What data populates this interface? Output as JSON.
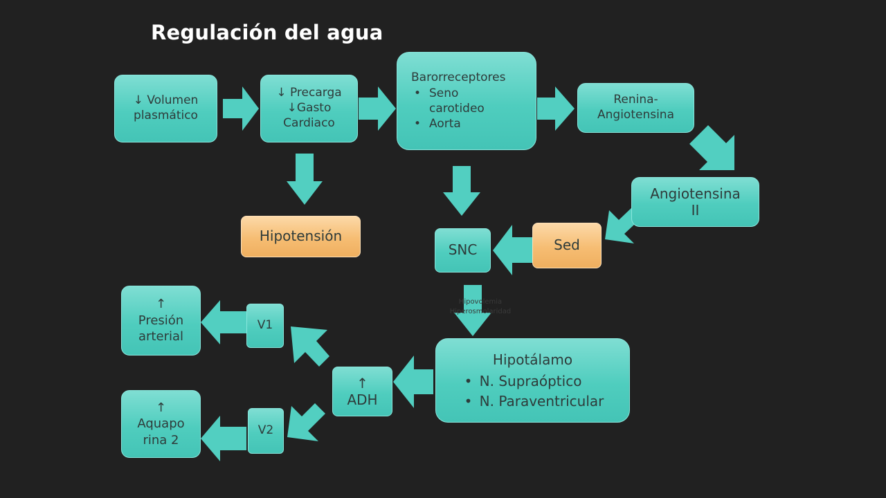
{
  "title": "Regulación del agua",
  "nodes": {
    "volumen": {
      "line1": "↓ Volumen",
      "line2": "plasmático"
    },
    "precarga": {
      "line1": "↓ Precarga",
      "line2": "↓Gasto",
      "line3": "Cardiaco"
    },
    "barorreceptores": {
      "heading": "Barorreceptores",
      "items": [
        "Seno carotideo",
        "Aorta"
      ],
      "item1_l1": "Seno",
      "item1_l2": "carotideo"
    },
    "renina": {
      "line1": "Renina-",
      "line2": "Angiotensina"
    },
    "angiotensina2": {
      "line1": "Angiotensina",
      "line2": "II"
    },
    "hipotension": {
      "label": "Hipotensión"
    },
    "snc": {
      "label": "SNC"
    },
    "sed": {
      "label": "Sed"
    },
    "hipotalamo": {
      "heading": "Hipotálamo",
      "items": [
        "N. Supraóptico",
        "N. Paraventricular"
      ]
    },
    "adh": {
      "line1": "↑",
      "line2": "ADH"
    },
    "v1": {
      "label": "V1"
    },
    "v2": {
      "label": "V2"
    },
    "presion": {
      "line1": "↑",
      "line2": "Presión",
      "line3": "arterial"
    },
    "aquaporina": {
      "line1": "↑",
      "line2": "Aquapo",
      "line3": "rina 2"
    }
  },
  "annotation": {
    "line1": "Hipovolemia",
    "line2": "Hiperosmolaridad"
  },
  "colors": {
    "teal": "#4fcdbe",
    "teal_arrow": "#52cfc1",
    "orange": "#f6bd73",
    "background": "#212121",
    "text": "#2e3b3a"
  }
}
